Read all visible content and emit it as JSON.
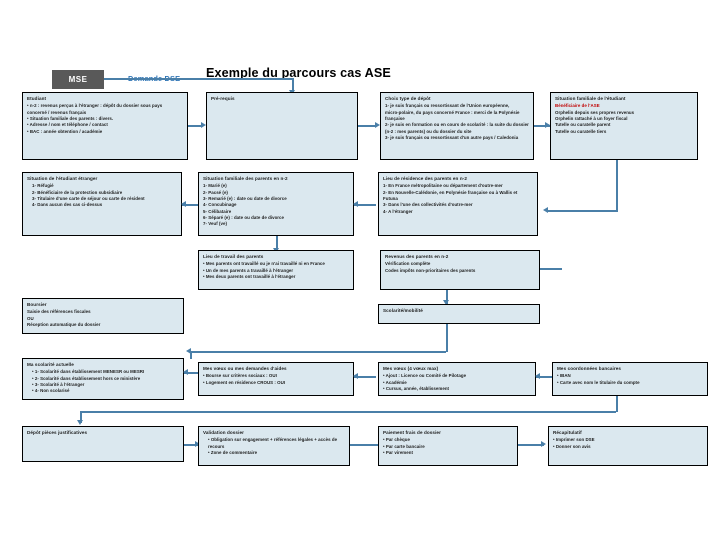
{
  "header": {
    "badge_label": "MSE",
    "badge_color": "#595959",
    "flow_label": "Demande DSE",
    "flow_label_color": "#2e74b5",
    "title": "Exemple du parcours cas ASE"
  },
  "accent_color": "#4a7fa8",
  "box_fill": "#dbe8ef",
  "alert_color": "#c00000",
  "boxes": {
    "etudiant": {
      "title": "Etudiant",
      "lines": [
        "• n-2 : revenus perçus à l'étranger : dépôt du dossier sous pays concerné / revenus français",
        "• Situation familiale des parents : divers.",
        "• Adresse / nom et téléphone / contact",
        "• BAC : année obtention / académie"
      ]
    },
    "prerequis": {
      "title": "Pré-requis",
      "lines": []
    },
    "choix_type_depot": {
      "title": "Choix type de dépôt",
      "lines": [
        "1- je suis français ou ressortissant de l'Union européenne,",
        "micro-polaire, du pays concerné France : merci de la Polynésie",
        "française",
        "2- je suis en formation ou en cours de scolarité : la suite du dossier",
        "(n-2 : mes parents) ou du dossier du site",
        "3- je suis français ou ressortissant d'un autre pays / Caledonia"
      ]
    },
    "situation_familiale_etudiant": {
      "title": "Situation familiale de l'étudiant",
      "lines_red": [
        "Bénéficiaire de l'ASE"
      ],
      "lines": [
        "Orphelin depuis ses propres revenus",
        "Orphelin rattaché à un foyer fiscal",
        "Tutelle ou curatelle parent",
        "Tutelle ou curatelle tiers"
      ]
    },
    "situation_etranger": {
      "title": "Situation de l'étudiant étranger",
      "lines": [
        "1- Réfugié",
        "2- Bénéficiaire de la protection subsidiaire",
        "3- Titulaire d'une carte de séjour ou carte de résident",
        "4- Dans aucun des cas ci-dessus"
      ]
    },
    "situation_familiale_parents": {
      "title": "Situation familiale des parents en n-2",
      "lines": [
        "1- Marié (e)",
        "2- Pacsé (e)",
        "3- Remarié (e) : date ou date de divorce",
        "4- Concubinage",
        "5- Célibataire",
        "6- Séparé (e) : date ou date de divorce",
        "7- Veuf (ve)"
      ]
    },
    "lieu_residence_parents": {
      "title": "Lieu de résidence des parents en n-2",
      "lines": [
        "1- En France métropolitaine ou département d'outre-mer",
        "2- En Nouvelle-Calédonie, en Polynésie française ou à Wallis et",
        "Futuna",
        "3- Dans l'une des collectivités d'outre-mer",
        "4- A l'étranger"
      ]
    },
    "lieu_travail_parents": {
      "title": "Lieu de travail des parents",
      "lines": [
        "• Mes parents ont travaillé ou je n'ai travaillé ni en France",
        "• Un de mes parents a travaillé à l'étranger",
        "• Mes deux parents ont travaillé à l'étranger"
      ]
    },
    "revenus_parents": {
      "title": "Revenus des parents en n-2",
      "lines": [
        "Vérification complète",
        "Codes impôts non-prioritaires des parents"
      ]
    },
    "boursier": {
      "title": "Boursier",
      "lines": [
        "Saisie des références fiscales",
        "OU",
        "Réception automatique du dossier"
      ]
    },
    "scolarite_mobilite": {
      "title": "Scolarité/mobilité",
      "lines": []
    },
    "ma_scolarite_actuelle": {
      "title": "Ma scolarité actuelle",
      "lines": [
        "• 1- Scolarité dans établissement MENESR ou MESRI",
        "• 2- Scolarité dans établissement hors ce ministère",
        "• 3- Scolarité à l'étranger",
        "• 4- Non scolarisé"
      ]
    },
    "mes_voeux": {
      "title": "Mes vœux ou mes demandes d'aides",
      "lines": [
        "• Bourse sur critères sociaux : OUI",
        "• Logement en résidence CROUS : OUI"
      ]
    },
    "mes_voeux_etudes": {
      "title": "Mes vœux (4 vœux max)",
      "lines": [
        "• Ajout : Licence ou Comité de Pilotage",
        "• Académie",
        "• Cursus, année, établissement"
      ]
    },
    "coordonnees_bancaires": {
      "title": "Mes coordonnées bancaires",
      "lines": [
        "• IBAN",
        "• Carte avec nom le titulaire du compte"
      ]
    },
    "depot_pieces": {
      "title": "Dépôt pièces justificatives",
      "lines": []
    },
    "validation_dossier": {
      "title": "Validation dossier",
      "lines": [
        "• Obligation sur engagement + références légales + accès de recours",
        "• Zone de commentaire"
      ]
    },
    "paiement_frais": {
      "title": "Paiement frais de dossier",
      "lines": [
        "• Par chèque",
        "• Par carte bancaire",
        "• Par virement"
      ]
    },
    "recapitulatif": {
      "title": "Récapitulatif",
      "lines": [
        "• Imprimer son DSE",
        "• Donner son avis"
      ]
    }
  }
}
